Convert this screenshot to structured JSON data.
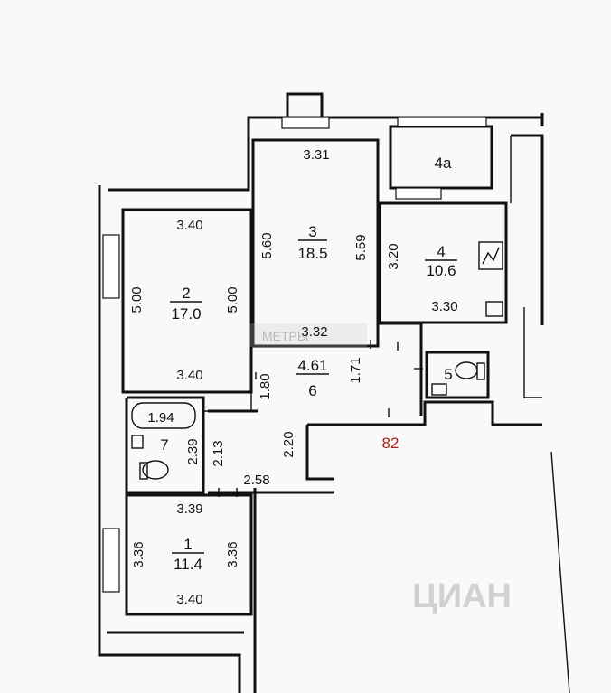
{
  "rooms": [
    {
      "id": "1",
      "area": "11.4"
    },
    {
      "id": "2",
      "area": "17.0"
    },
    {
      "id": "3",
      "area": "18.5"
    },
    {
      "id": "4",
      "area": "10.6"
    },
    {
      "id": "4a"
    },
    {
      "id": "5"
    },
    {
      "id": "6",
      "area": "4.61"
    },
    {
      "id": "7"
    }
  ],
  "dimensions": {
    "r3_top": "3.31",
    "r3_left": "5.60",
    "r3_right": "5.59",
    "r3_bottom": "3.32",
    "r2_top": "3.40",
    "r2_left": "5.00",
    "r2_right": "5.00",
    "r2_bottom": "3.40",
    "r4_left": "3.20",
    "r4_bottom": "3.30",
    "hall_left": "1.80",
    "hall_right": "1.71",
    "hall_lower": "2.20",
    "bath_top": "1.94",
    "bath_side": "2.39",
    "corr_side": "2.13",
    "corr_bottom": "2.58",
    "r1_top": "3.39",
    "r1_left": "3.36",
    "r1_right": "3.36",
    "r1_bottom": "3.40"
  },
  "marker_82": "82",
  "watermark": {
    "top": "МЕТРЫ",
    "bottom": "ЦИАН"
  }
}
